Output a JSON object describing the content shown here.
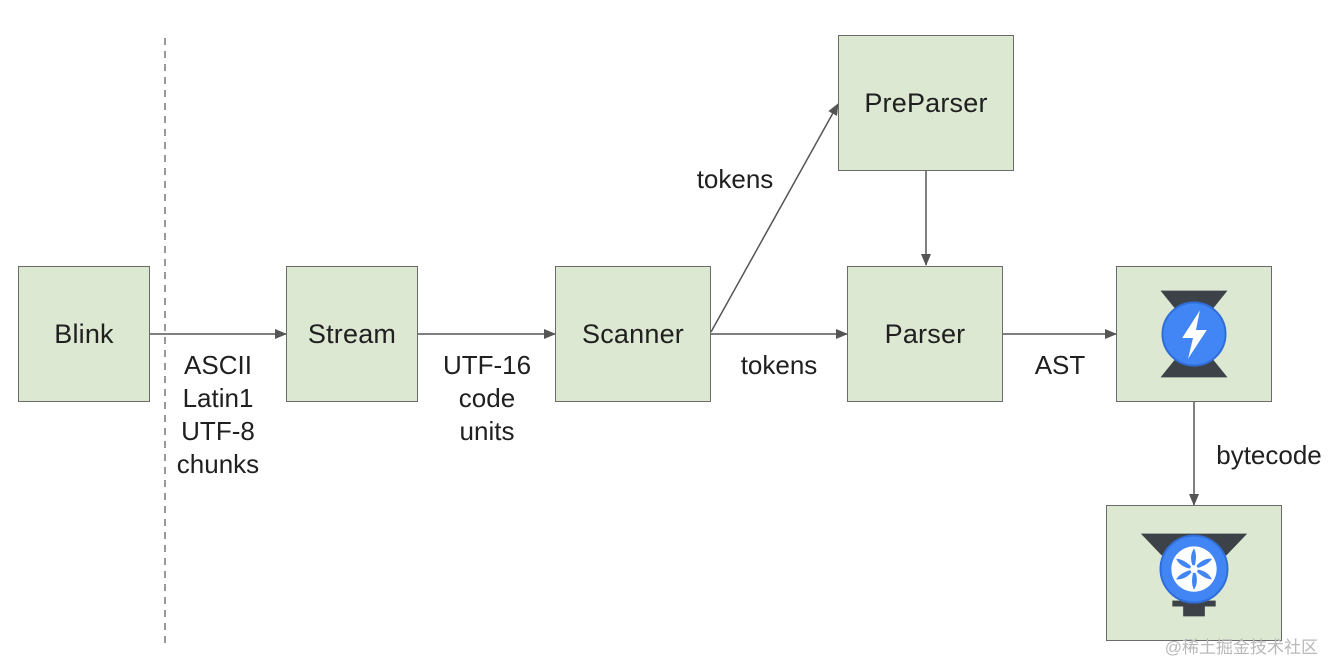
{
  "diagram": {
    "colors": {
      "box_fill": "#dde8d2",
      "box_border": "#6b6b6b",
      "arrow": "#555555",
      "icon_blue": "#4285f4",
      "icon_dark": "#3d4248"
    },
    "nodes": {
      "blink": "Blink",
      "stream": "Stream",
      "scanner": "Scanner",
      "preparser": "PreParser",
      "parser": "Parser",
      "ignition": {
        "icon": "ignition-interpreter-icon"
      },
      "turbofan": {
        "icon": "turbofan-compiler-icon"
      }
    },
    "edges": {
      "blink_to_stream": [
        "ASCII",
        "Latin1",
        "UTF-8",
        "chunks"
      ],
      "stream_to_scanner": [
        "UTF-16",
        "code",
        "units"
      ],
      "scanner_to_preparser": "tokens",
      "scanner_to_parser": "tokens",
      "parser_to_ignition": "AST",
      "ignition_to_turbofan": "bytecode"
    }
  },
  "watermark": "@稀土掘金技术社区"
}
